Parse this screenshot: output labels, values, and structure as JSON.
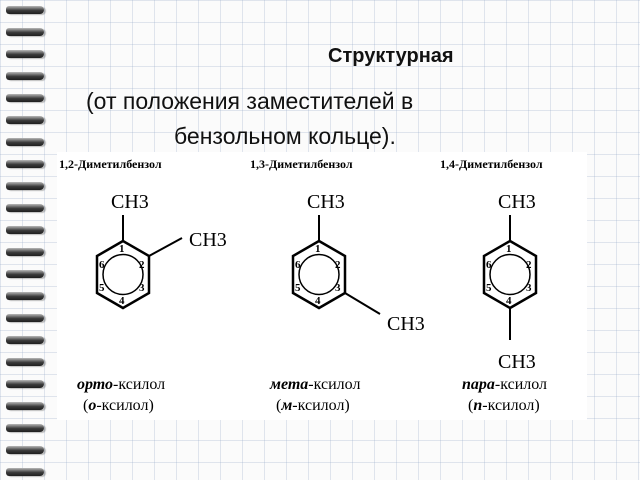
{
  "slide": {
    "title": "Структурная",
    "subtitle_line1": "(от положения заместителей в",
    "subtitle_line2": "бензольном кольце)."
  },
  "isomers": [
    {
      "heading": "1,2-Диметилбензол",
      "substituents": [
        "CH3",
        "CH3"
      ],
      "positions": [
        "1",
        "2",
        "3",
        "4",
        "5",
        "6"
      ],
      "name_prefix": "орто",
      "name_suffix": "-ксилол",
      "short_open": "(",
      "short_prefix": "о",
      "short_suffix": "-ксилол)"
    },
    {
      "heading": "1,3-Диметилбензол",
      "substituents": [
        "CH3",
        "CH3"
      ],
      "positions": [
        "1",
        "2",
        "3",
        "4",
        "5",
        "6"
      ],
      "name_prefix": "мета",
      "name_suffix": "-ксилол",
      "short_open": "(",
      "short_prefix": "м",
      "short_suffix": "-ксилол)"
    },
    {
      "heading": "1,4-Диметилбензол",
      "substituents": [
        "CH3",
        "CH3"
      ],
      "positions": [
        "1",
        "2",
        "3",
        "4",
        "5",
        "6"
      ],
      "name_prefix": "пара",
      "name_suffix": "-ксилол",
      "short_open": "(",
      "short_prefix": "п",
      "short_suffix": "-ксилол)"
    }
  ]
}
